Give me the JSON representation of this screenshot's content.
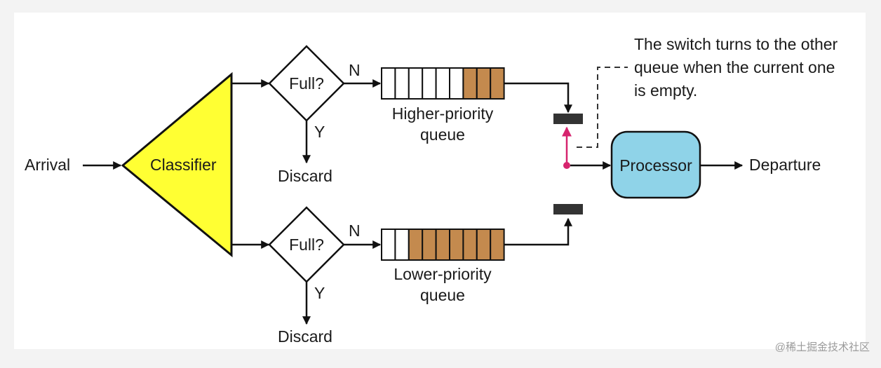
{
  "labels": {
    "arrival": "Arrival",
    "classifier": "Classifier",
    "full_top": "Full?",
    "full_bottom": "Full?",
    "n_top": "N",
    "n_bottom": "N",
    "y_top": "Y",
    "y_bottom": "Y",
    "discard_top": "Discard",
    "discard_bottom": "Discard",
    "higher_queue_line1": "Higher-priority",
    "higher_queue_line2": "queue",
    "lower_queue_line1": "Lower-priority",
    "lower_queue_line2": "queue",
    "processor": "Processor",
    "departure": "Departure",
    "note_line1": "The switch turns to the other",
    "note_line2": "queue when the current one",
    "note_line3": "is empty.",
    "watermark": "@稀土掘金技术社区"
  },
  "queues": {
    "higher": {
      "empty_slots": 6,
      "filled_slots": 3
    },
    "lower": {
      "empty_slots": 2,
      "filled_slots": 7
    }
  },
  "colors": {
    "classifier_fill": "#ffff33",
    "processor_fill": "#8fd3e8",
    "packet_fill": "#c48a4e",
    "switch_accent": "#d6246e",
    "switch_block": "#333333"
  }
}
